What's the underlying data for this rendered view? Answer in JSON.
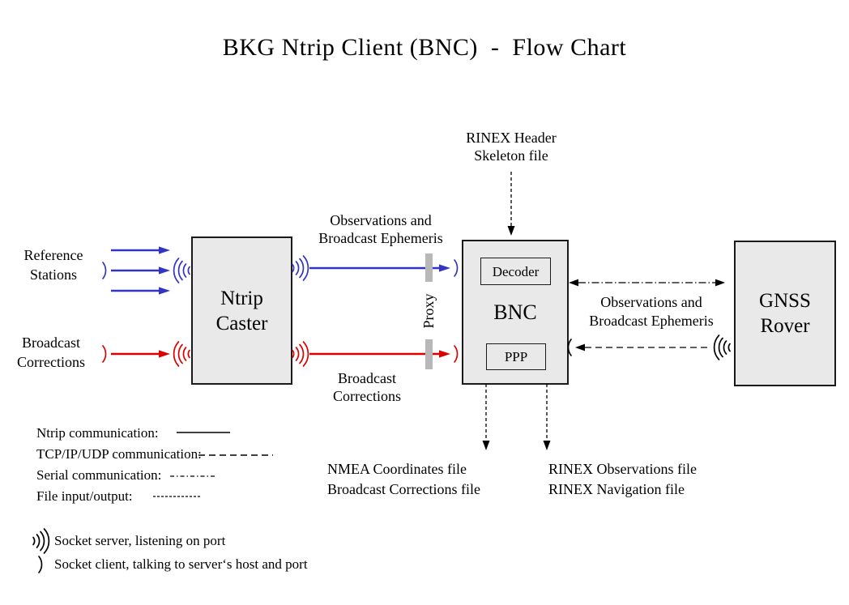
{
  "title": "BKG Ntrip Client (BNC)  -  Flow Chart",
  "colors": {
    "ntrip_blue": "#3333c4",
    "correction_red": "#dd0000",
    "box_fill": "#e9e9e9",
    "proxy_gray": "#b8b8b8",
    "line_black": "#000000"
  },
  "nodes": {
    "ntrip_caster": {
      "label": "Ntrip\nCaster"
    },
    "bnc": {
      "label": "BNC",
      "decoder": "Decoder",
      "ppp": "PPP"
    },
    "gnss_rover": {
      "label": "GNSS\nRover"
    },
    "proxy": {
      "label": "Proxy"
    }
  },
  "inputs": {
    "reference_stations": "Reference\nStations",
    "broadcast_corrections": "Broadcast\nCorrections"
  },
  "flow_labels": {
    "observations_ephemeris_left": "Observations and\nBroadcast Ephemeris",
    "broadcast_corrections_mid": "Broadcast\nCorrections",
    "rinex_header_skeleton": "RINEX Header\nSkeleton file",
    "observations_ephemeris_right": "Observations and\nBroadcast Ephemeris",
    "nmea_outputs": "NMEA Coordinates file\nBroadcast Corrections file",
    "rinex_outputs": "RINEX Observations file\nRINEX Navigation file"
  },
  "legend": {
    "items": [
      {
        "label": "Ntrip communication:",
        "line_style": "solid"
      },
      {
        "label": "TCP/IP/UDP communication:",
        "line_style": "dashed"
      },
      {
        "label": "Serial communication:",
        "line_style": "dash-dot"
      },
      {
        "label": "File input/output:",
        "line_style": "fine-dashed"
      }
    ]
  },
  "socket_legend": {
    "server": "Socket server, listening on port",
    "client": "Socket client, talking to server‘s host and port"
  }
}
